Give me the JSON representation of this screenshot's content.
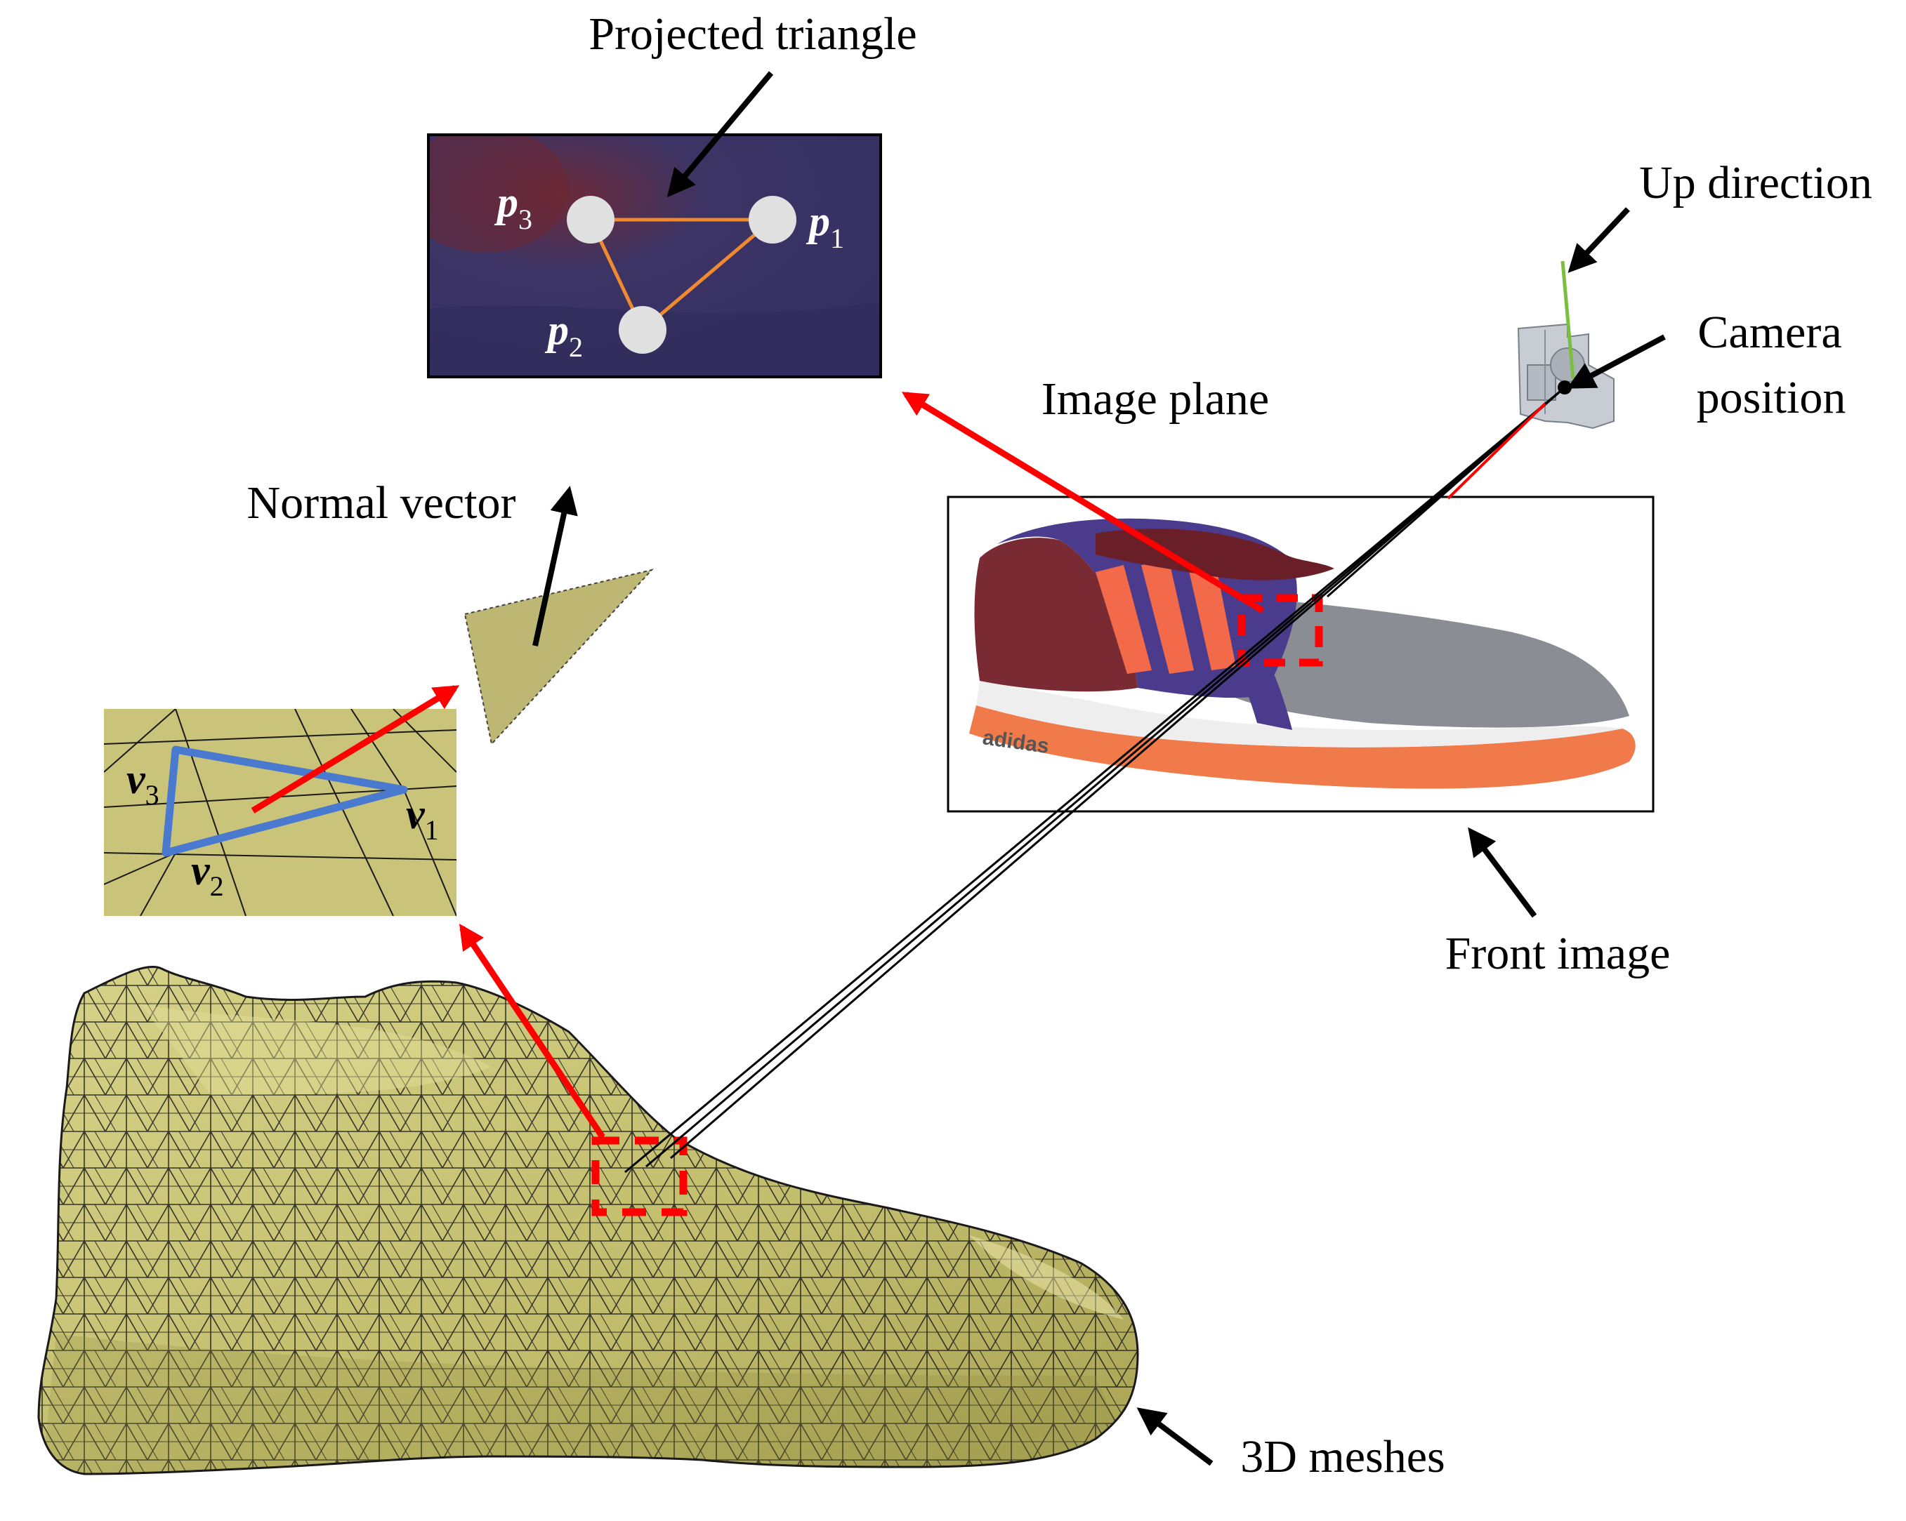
{
  "labels": {
    "projected_triangle": "Projected triangle",
    "up_direction": "Up direction",
    "camera_position_1": "Camera",
    "camera_position_2": "position",
    "image_plane": "Image plane",
    "normal_vector": "Normal vector",
    "front_image": "Front image",
    "meshes_3d": "3D meshes"
  },
  "vertices": {
    "p3": {
      "sym": "p",
      "sub": "3"
    },
    "p1": {
      "sym": "p",
      "sub": "1"
    },
    "p2": {
      "sym": "p",
      "sub": "2"
    },
    "v3": {
      "sym": "v",
      "sub": "3"
    },
    "v1": {
      "sym": "v",
      "sub": "1"
    },
    "v2": {
      "sym": "v",
      "sub": "2"
    }
  },
  "shoe_logo": "adidas",
  "colors": {
    "mesh_fill": "#c9c47a",
    "mesh_line": "#1a1a1a",
    "projection_arrow": "#ff0000",
    "triangle_outline": "#4a7ad0",
    "projected_edge": "#f08a30",
    "projected_bg": "#3c3465",
    "up_vector": "#7bbf3f"
  }
}
